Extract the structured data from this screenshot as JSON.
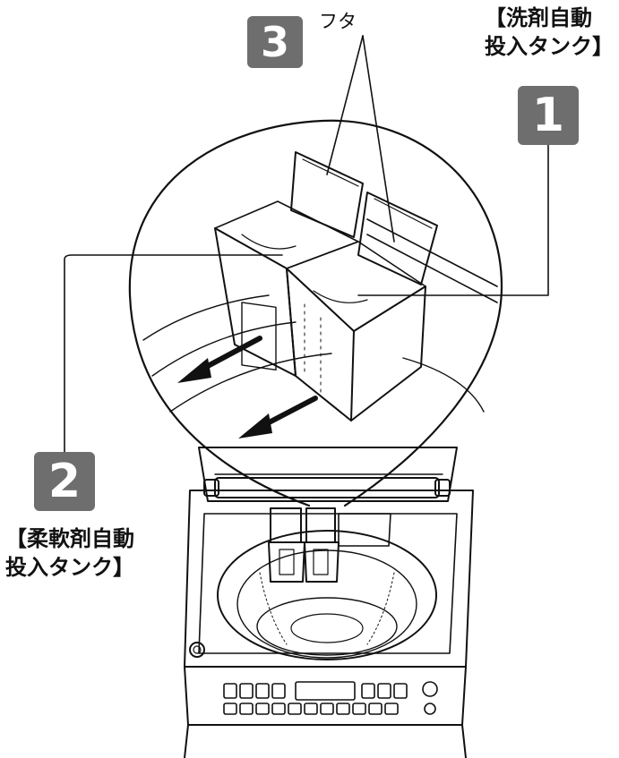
{
  "callouts": {
    "badge_1": "1",
    "badge_2": "2",
    "badge_3": "3",
    "detergent_tank": [
      "【洗剤自動",
      "投入タンク】"
    ],
    "softener_tank": [
      "【柔軟剤自動",
      "投入タンク】"
    ],
    "lid": "フタ"
  },
  "colors": {
    "badge": "#6e6e6e",
    "line": "#111111",
    "arrow": "#111111"
  },
  "icons": [
    "arrow-left-down-icon",
    "dial-knob-icon"
  ]
}
